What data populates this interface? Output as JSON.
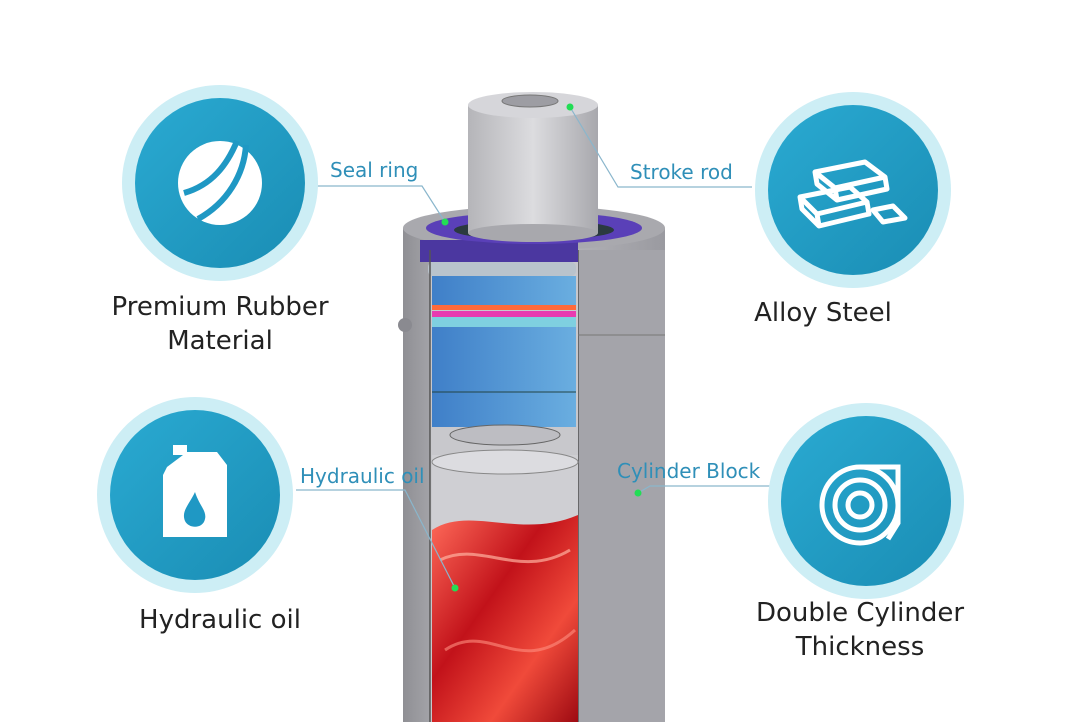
{
  "features": {
    "rubber": {
      "line1": "Premium Rubber",
      "line2": "Material",
      "icon": "rubber-ball-icon"
    },
    "steel": {
      "label": "Alloy Steel",
      "icon": "steel-ingots-icon"
    },
    "oil": {
      "label": "Hydraulic oil",
      "icon": "oil-canister-icon"
    },
    "thickness": {
      "line1": "Double Cylinder",
      "line2": "Thickness",
      "icon": "steel-coil-icon"
    }
  },
  "callouts": {
    "seal_ring": "Seal ring",
    "stroke_rod": "Stroke rod",
    "hydraulic_oil": "Hydraulic oil",
    "cylinder_block": "Cylinder Block"
  },
  "colors": {
    "accent": "#1f9bc6",
    "callout_text": "#2f8fb8",
    "dot": "#22dd55"
  }
}
